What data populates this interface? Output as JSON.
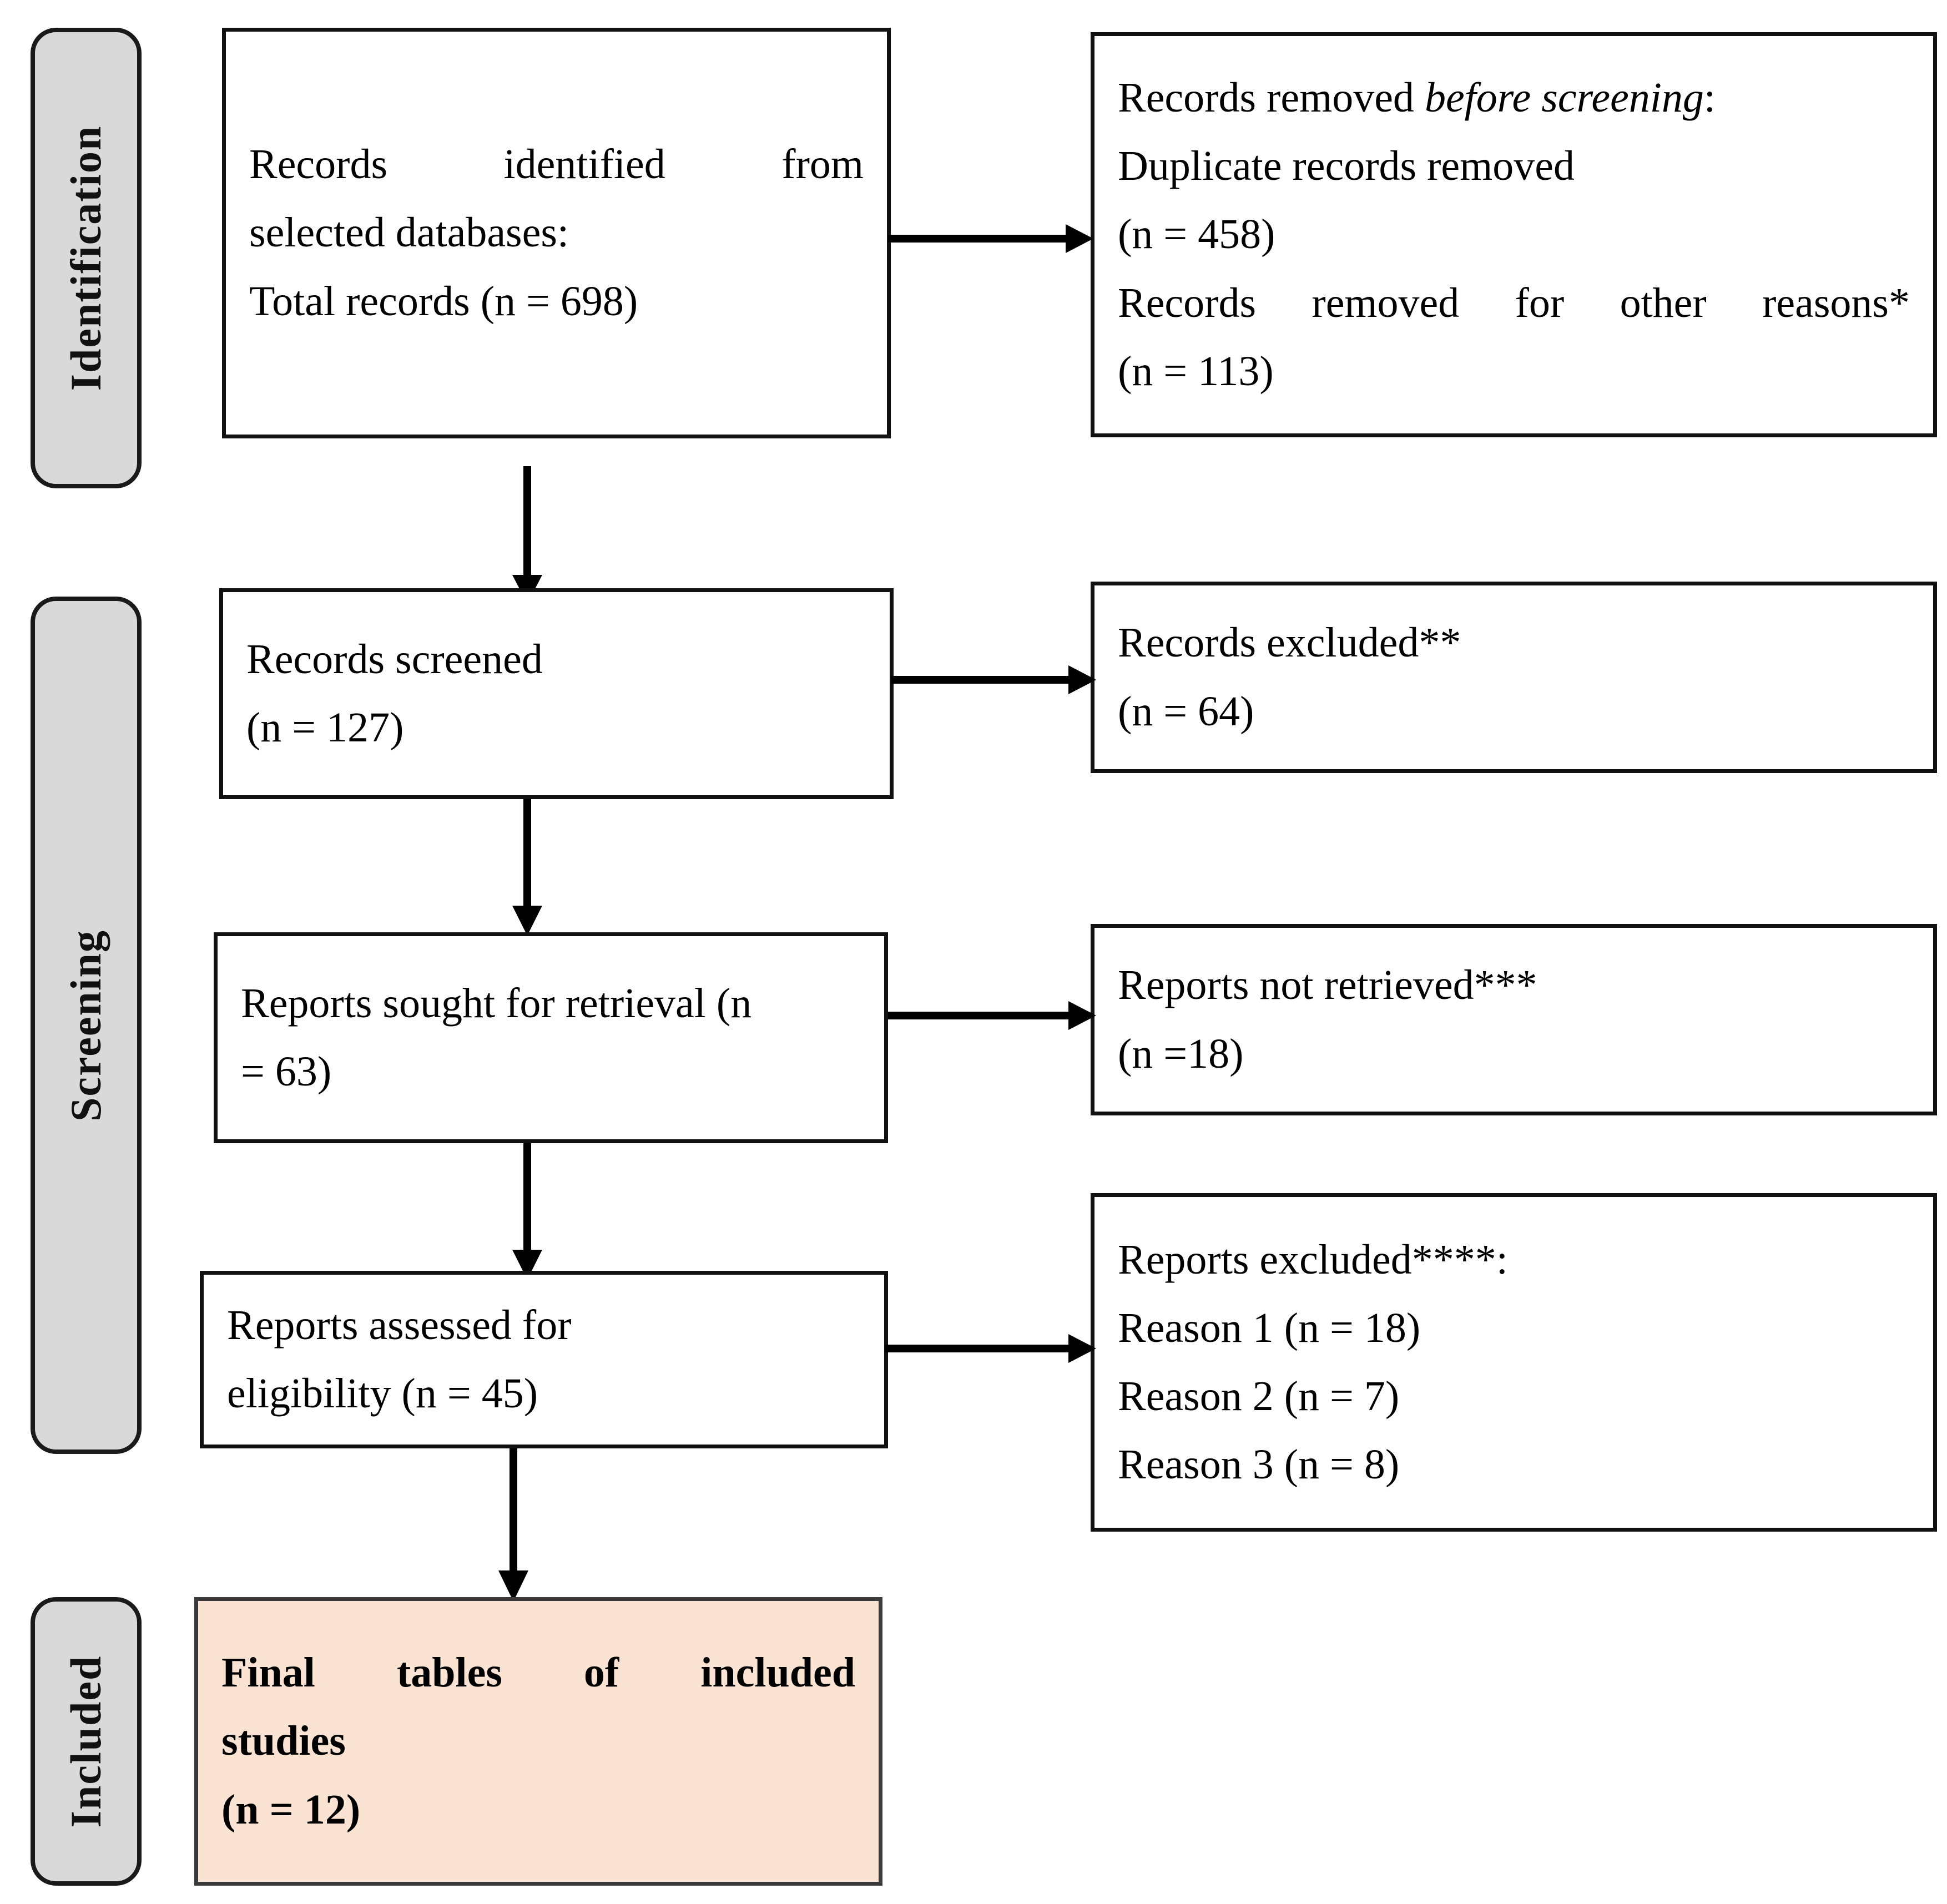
{
  "diagram": {
    "type": "prisma-flow-diagram",
    "colors": {
      "stage_fill": "#d9d9d9",
      "stage_border": "#1a1a1a",
      "box_border": "#111111",
      "included_box_fill": "#fae3d2",
      "connector": "#000000"
    }
  },
  "stages": [
    {
      "key": "identification",
      "label": "Identification"
    },
    {
      "key": "screening",
      "label": "Screening"
    },
    {
      "key": "included",
      "label": "Included"
    }
  ],
  "boxes": {
    "identified": {
      "line1": "Records identified from",
      "line2": "selected databases:",
      "line3": "Total records (n = 698)"
    },
    "removed_before_screening": {
      "line1_prefix": "Records removed ",
      "line1_italic": "before screening",
      "line1_suffix": ":",
      "line2": "Duplicate records removed",
      "line3": "(n = 458)",
      "line4": "Records removed for other reasons*",
      "line5": "(n = 113)"
    },
    "records_screened": {
      "line1": "Records screened",
      "line2": "(n = 127)"
    },
    "records_excluded": {
      "line1": "Records excluded**",
      "line2": "(n = 64)"
    },
    "reports_sought": {
      "line1": "Reports sought for retrieval (n",
      "line2": "= 63)"
    },
    "reports_not_retrieved": {
      "line1": "Reports not retrieved***",
      "line2": "(n =18)"
    },
    "reports_assessed": {
      "line1": "Reports assessed for",
      "line2": "eligibility (n = 45)"
    },
    "reports_excluded": {
      "line1": "Reports excluded****:",
      "line2": "Reason 1 (n = 18)",
      "line3": "Reason 2 (n = 7)",
      "line4": "Reason 3 (n = 8)"
    },
    "final_included": {
      "line1": "Final tables of included",
      "line2": "studies",
      "line3": "(n = 12)"
    }
  },
  "counts": {
    "total_records": 698,
    "duplicate_records_removed": 458,
    "removed_other_reasons": 113,
    "records_screened": 127,
    "records_excluded": 64,
    "reports_sought": 63,
    "reports_not_retrieved": 18,
    "reports_assessed": 45,
    "reason_1_excluded": 18,
    "reason_2_excluded": 7,
    "reason_3_excluded": 8,
    "final_included_studies": 12
  }
}
